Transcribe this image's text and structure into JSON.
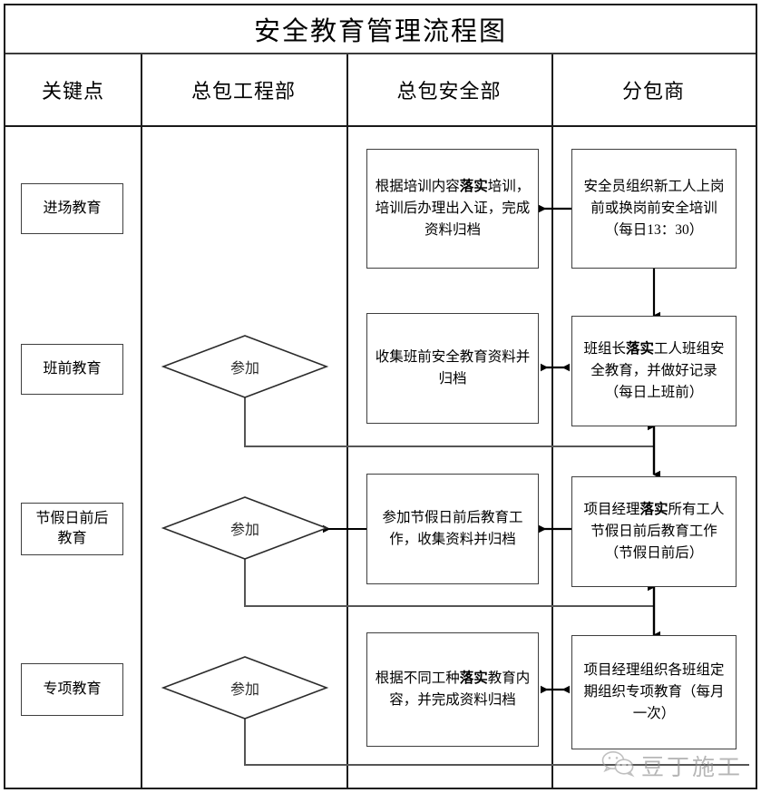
{
  "title": "安全教育管理流程图",
  "columns": [
    {
      "label": "关键点"
    },
    {
      "label": "总包工程部"
    },
    {
      "label": "总包安全部"
    },
    {
      "label": "分包商"
    }
  ],
  "rows": [
    {
      "key_point": "进场教育",
      "engineering_dept": null,
      "safety_dept": "根据培训内容落实培训，培训后办理出入证，完成资料归档",
      "safety_dept_bold": "落实",
      "subcontractor": "安全员组织新工人上岗前或换岗前安全培训（每日13：30）",
      "subcontractor_bold": ""
    },
    {
      "key_point": "班前教育",
      "engineering_dept": "参加",
      "safety_dept": "收集班前安全教育资料并归档",
      "safety_dept_bold": "",
      "subcontractor": "班组长落实工人班组安全教育，并做好记录（每日上班前）",
      "subcontractor_bold": "落实"
    },
    {
      "key_point": "节假日前后教育",
      "engineering_dept": "参加",
      "safety_dept": "参加节假日前后教育工作，收集资料并归档",
      "safety_dept_bold": "",
      "subcontractor": "项目经理落实所有工人节假日前后教育工作（节假日前后）",
      "subcontractor_bold": "落实"
    },
    {
      "key_point": "专项教育",
      "engineering_dept": "参加",
      "safety_dept": "根据不同工种落实教育内容，并完成资料归档",
      "safety_dept_bold": "落实",
      "subcontractor": "项目经理组织各班组定期组织专项教育（每月一次）",
      "subcontractor_bold": ""
    }
  ],
  "connectors": [
    {
      "name": "row1-sub-to-safety",
      "type": "arrow-left"
    },
    {
      "name": "row1-sub-to-row2-sub",
      "type": "arrow-down"
    },
    {
      "name": "row2-sub-to-safety",
      "type": "arrow-double-horizontal"
    },
    {
      "name": "row2-diamond-to-row3-sub",
      "type": "elbow"
    },
    {
      "name": "row2-sub-to-row3-sub",
      "type": "arrow-double-vertical"
    },
    {
      "name": "row3-sub-to-safety",
      "type": "arrow-left"
    },
    {
      "name": "row3-safety-to-diamond",
      "type": "arrow-left"
    },
    {
      "name": "row3-diamond-to-row4",
      "type": "elbow"
    },
    {
      "name": "row3-sub-to-row4-sub",
      "type": "arrow-double-vertical"
    },
    {
      "name": "row4-sub-to-safety",
      "type": "arrow-double-horizontal"
    },
    {
      "name": "row4-diamond-elbow",
      "type": "elbow"
    }
  ],
  "watermark": {
    "text": "豆丁施工",
    "icon": "wechat-icon"
  },
  "colors": {
    "stroke": "#1a1a1a",
    "box_stroke": "#3f3f3f",
    "text": "#000000",
    "watermark": "#8a8a8a"
  }
}
